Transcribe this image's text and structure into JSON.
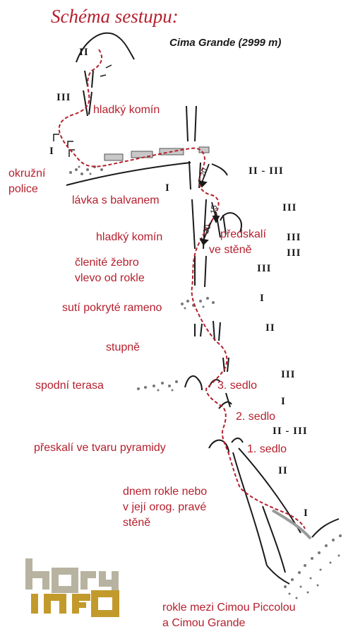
{
  "header": {
    "title": "Schéma sestupu:",
    "subtitle": "Cima Grande (2999 m)"
  },
  "labels": {
    "hladky_komin_1": "hladký komín",
    "okruzni_1": "okružní",
    "okruzni_2": "police",
    "lavka": "lávka s balvanem",
    "hladky_komin_2": "hladký komín",
    "predskali_1": "předskalí",
    "predskali_2": "ve stěně",
    "clenite_1": "členité žebro",
    "clenite_2": "vlevo od rokle",
    "suti": "sutí pokryté rameno",
    "stupne": "stupně",
    "spodni": "spodní terasa",
    "sedlo3": "3. sedlo",
    "sedlo2": "2. sedlo",
    "sedlo1": "1. sedlo",
    "preskali": "přeskalí ve tvaru pyramidy",
    "dnem_1": "dnem rokle nebo",
    "dnem_2": "v její orog. pravé",
    "dnem_3": "stěně",
    "rokle_1": "rokle mezi Cimou Piccolou",
    "rokle_2": "a Cimou Grande"
  },
  "grades": {
    "g1": "II",
    "g2": "III",
    "g3": "I",
    "g4": "II - III",
    "g5": "I",
    "g6": "III",
    "g7": "III",
    "g8": "III",
    "g9": "III",
    "g10": "I",
    "g11": "II",
    "g12": "III",
    "g13": "I",
    "g14": "II - III",
    "g15": "II",
    "g16": "I"
  },
  "rappels": {
    "r1": "20",
    "r2": "15",
    "r3": "20"
  },
  "logo": {
    "top": "hory",
    "bottom": "info"
  },
  "colors": {
    "route": "#b5202e",
    "rock": "#1a1a1a",
    "accent": "#b5202e",
    "logo_grey": "#b8b3a0",
    "logo_gold": "#c29a2c"
  }
}
